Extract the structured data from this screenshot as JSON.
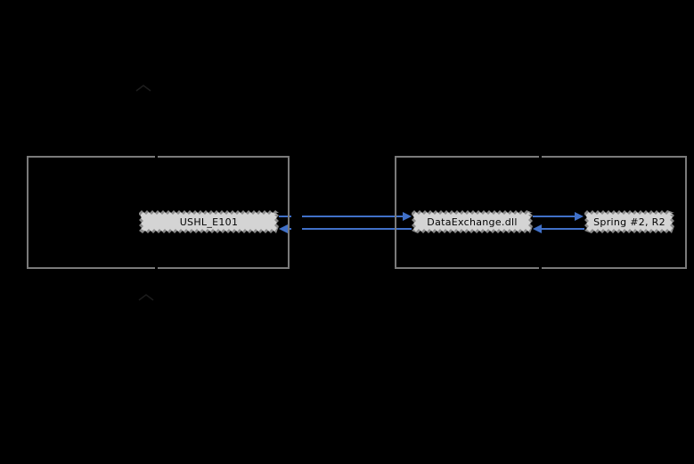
{
  "diagram": {
    "background_color": "#000000",
    "edge_color": "#4070c8",
    "container_border_color": "#7a7a7a",
    "node_fill_color": "#d4d4d4",
    "node_border_color": "#8a8a8a",
    "label_text_color": "#000000",
    "containers": [
      {
        "id": "left-group"
      },
      {
        "id": "right-group"
      }
    ],
    "nodes": [
      {
        "id": "ushl-e101",
        "label": "USHL_E101",
        "container": "left-group"
      },
      {
        "id": "dataexchange-dll",
        "label": "DataExchange.dll",
        "container": "right-group"
      },
      {
        "id": "spring-2-r2",
        "label": "Spring #2, R2",
        "container": "right-group"
      }
    ],
    "edges": [
      {
        "from": "USHL_E101",
        "to": "DataExchange.dll"
      },
      {
        "from": "DataExchange.dll",
        "to": "USHL_E101"
      },
      {
        "from": "DataExchange.dll",
        "to": "Spring #2, R2"
      },
      {
        "from": "Spring #2, R2",
        "to": "DataExchange.dll"
      }
    ]
  }
}
